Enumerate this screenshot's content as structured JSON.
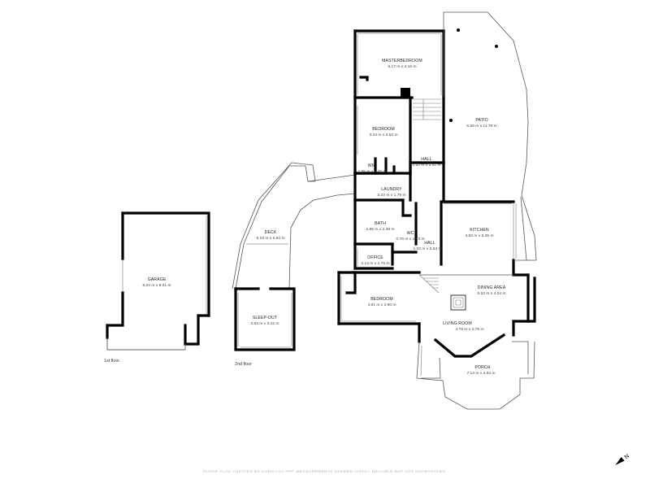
{
  "rooms": {
    "master_bedroom": {
      "name": "MASTERBEDROOM",
      "dims": "5.17 m x 4.15 m"
    },
    "bedroom_1": {
      "name": "BEDROOM",
      "dims": "3.24 m x 3.54 m"
    },
    "patio": {
      "name": "PATIO",
      "dims": "5.55 m x 11.79 m"
    },
    "hall_1": {
      "name": "HALL",
      "dims": "1.83 m x 5.41 m"
    },
    "wic": {
      "name": "WIC",
      "dims": "1.55 m x 1.46 m"
    },
    "laundry": {
      "name": "LAUNDRY",
      "dims": "2.22 m x 1.79 m"
    },
    "deck": {
      "name": "DECK",
      "dims": "6.18 m x 5.84 m"
    },
    "bath": {
      "name": "BATH",
      "dims": "2.86 m x 2.39 m"
    },
    "wc": {
      "name": "WC",
      "dims": "0.76 m x 1.73 m"
    },
    "hall_2": {
      "name": "HALL",
      "dims": "1.03 m x 5.54 m"
    },
    "kitchen": {
      "name": "KITCHEN",
      "dims": "4.50 m x 5.35 m"
    },
    "office": {
      "name": "OFFICE",
      "dims": "2.14 m x 1.75 m"
    },
    "garage": {
      "name": "GARAGE",
      "dims": "6.24 m x 8.01 m"
    },
    "sleep_out": {
      "name": "SLEEP-OUT",
      "dims": "3.63 m x 3.42 m"
    },
    "dining_area": {
      "name": "DINING AREA",
      "dims": "5.52 m x 4.04 m"
    },
    "bedroom_2": {
      "name": "BEDROOM",
      "dims": "4.81 m x 2.90 m"
    },
    "living_room": {
      "name": "LIVING ROOM",
      "dims": "4.78 m x 3.75 m"
    },
    "porch": {
      "name": "PORCH",
      "dims": "7.14 m x 4.84 m"
    }
  },
  "floor_labels": {
    "first": "1st floor",
    "second": "2nd floor"
  },
  "compass": {
    "letter": "N",
    "icon": "north-arrow-icon"
  },
  "footer": "FLOOR PLAN CREATED BY CUBICASA APP. MEASUREMENTS DEEMED HIGHLY RELIABLE BUT NOT GUARANTEED."
}
